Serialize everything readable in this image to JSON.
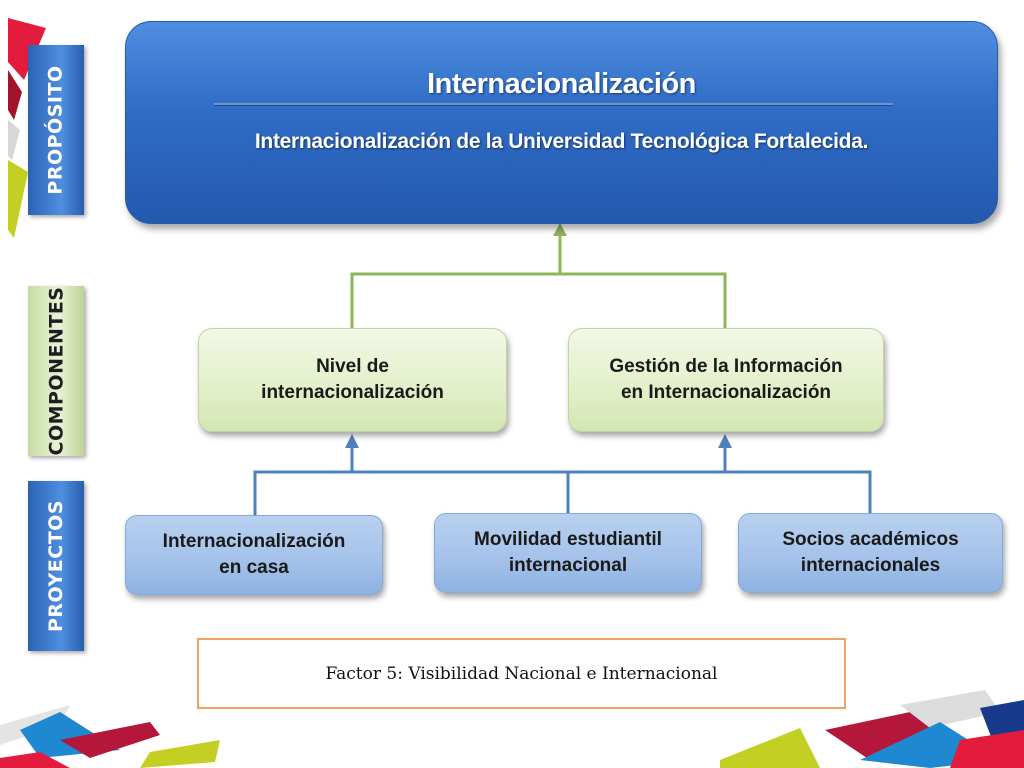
{
  "side_labels": {
    "proposito": "PROPÓSITO",
    "componentes": "COMPONENTES",
    "proyectos": "PROYECTOS"
  },
  "purpose": {
    "title": "Internacionalización",
    "subtitle": "Internacionalización de la Universidad Tecnológica Fortalecida."
  },
  "components": [
    {
      "label": "Nivel de\ninternacionalización"
    },
    {
      "label": "Gestión de la Información\nen Internacionalización"
    }
  ],
  "projects": [
    {
      "label": "Internacionalización\nen casa"
    },
    {
      "label": "Movilidad estudiantil\ninternacional"
    },
    {
      "label": "Socios académicos\ninternacionales"
    }
  ],
  "factor": {
    "label": "Factor 5: Visibilidad Nacional e Internacional"
  },
  "colors": {
    "purpose_blue": "#2f6cc6",
    "component_green": "#e2efc9",
    "project_blue": "#a3c1ea",
    "connector_green": "#8db55a",
    "connector_blue": "#4f81bd",
    "factor_border": "#f2a064",
    "accent_red": "#e31c3d",
    "accent_lime": "#c3cf22"
  }
}
